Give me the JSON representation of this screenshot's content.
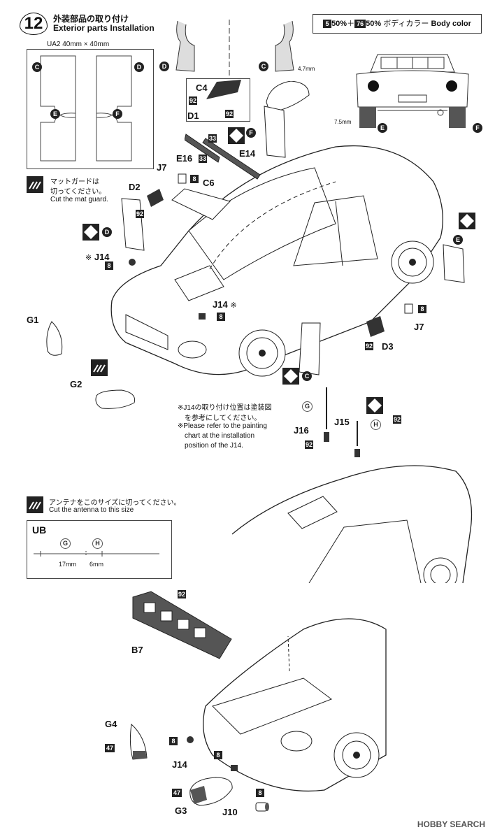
{
  "step": {
    "number": "12",
    "title_jp": "外装部品の取り付け",
    "title_en": "Exterior parts Installation"
  },
  "body_color": {
    "code_a": "5",
    "pct_a": "50%",
    "plus": "＋",
    "code_b": "76",
    "pct_b": "50%",
    "label_jp": "ボディカラー",
    "label_en": "Body color"
  },
  "mudguard_template": {
    "label": "UA2 40mm × 40mm",
    "markers": [
      "C",
      "D",
      "E",
      "F"
    ]
  },
  "mat_guard_note": {
    "jp_line1": "マットガードは",
    "jp_line2": "切ってください。",
    "en": "Cut the mat guard."
  },
  "dimensions": {
    "d_rear": "4.7mm",
    "e_rear": "7.5mm"
  },
  "parts": {
    "C4": "C4",
    "D1": "D1",
    "E16": "E16",
    "E14": "E14",
    "J7": "J7",
    "C6": "C6",
    "D2": "D2",
    "J14": "J14",
    "G1": "G1",
    "G2": "G2",
    "D3": "D3",
    "J16": "J16",
    "J15": "J15",
    "B7": "B7",
    "G4": "G4",
    "G3": "G3",
    "J10": "J10",
    "C": "C",
    "D": "D",
    "E": "E",
    "F": "F",
    "G": "G",
    "H": "H"
  },
  "colors": {
    "c92": "92",
    "c33": "33",
    "c8": "8",
    "c47": "47"
  },
  "j14_marks": {
    "star_left": "※",
    "star_right": "※"
  },
  "j14_note": {
    "jp_line1": "※J14の取り付け位置は塗装図",
    "jp_line2": "を参考にしてください。",
    "en_line1": "※Please refer to the painting",
    "en_line2": "chart at the installation",
    "en_line3": "position of the J14."
  },
  "antenna_note": {
    "jp": "アンテナをこのサイズに切ってください。",
    "en": "Cut the antenna to this size"
  },
  "antenna_box": {
    "label": "UB",
    "g": "G",
    "h": "H",
    "len_g": "17mm",
    "len_h": "6mm"
  },
  "watermark": "HOBBY SEARCH"
}
